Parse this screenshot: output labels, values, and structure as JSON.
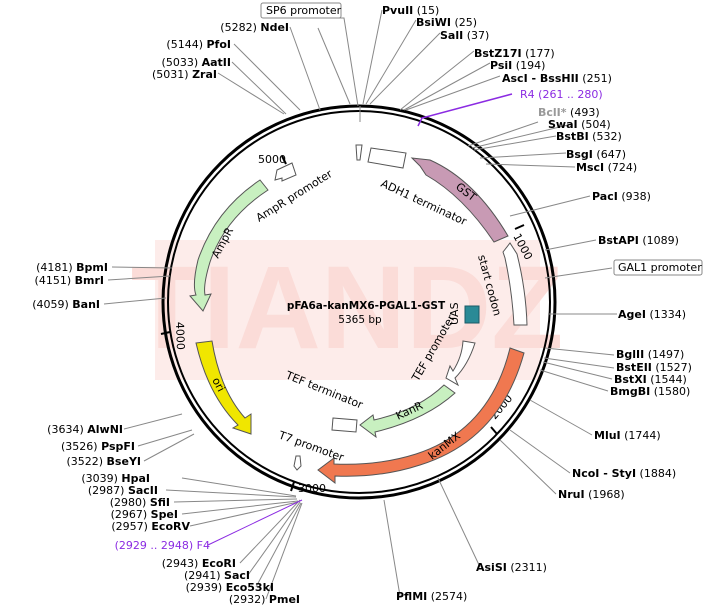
{
  "plasmid": {
    "name": "pFA6a-kanMX6-PGAL1-GST",
    "size": "5365 bp"
  },
  "watermark": "TIANDZ",
  "ticks": [
    "1000",
    "2000",
    "3000",
    "4000",
    "5000"
  ],
  "features": {
    "sp6": "SP6 promoter",
    "gal1": "GAL1 promoter",
    "adh1": "ADH1 terminator",
    "gst": "GST",
    "start": "start codon",
    "uas": "UAS",
    "tef_prom": "TEF promoter",
    "kanr": "KanR",
    "tef_term": "TEF terminator",
    "t7": "T7 promoter",
    "kanmx": "kanMX",
    "ori": "ori",
    "ampr": "AmpR",
    "ampr_prom": "AmpR promoter"
  },
  "sites": [
    {
      "name": "PvuII",
      "pos": "(15)"
    },
    {
      "name": "BsiWI",
      "pos": "(25)"
    },
    {
      "name": "SalI",
      "pos": "(37)"
    },
    {
      "name": "BstZ17I",
      "pos": "(177)"
    },
    {
      "name": "PsiI",
      "pos": "(194)"
    },
    {
      "name": "AscI - BssHII",
      "pos": "(251)"
    },
    {
      "name": "R4",
      "pos": "(261 .. 280)"
    },
    {
      "name": "BclI*",
      "pos": "(493)"
    },
    {
      "name": "SwaI",
      "pos": "(504)"
    },
    {
      "name": "BstBI",
      "pos": "(532)"
    },
    {
      "name": "BsgI",
      "pos": "(647)"
    },
    {
      "name": "MscI",
      "pos": "(724)"
    },
    {
      "name": "PacI",
      "pos": "(938)"
    },
    {
      "name": "BstAPI",
      "pos": "(1089)"
    },
    {
      "name": "AgeI",
      "pos": "(1334)"
    },
    {
      "name": "BglII",
      "pos": "(1497)"
    },
    {
      "name": "BstEII",
      "pos": "(1527)"
    },
    {
      "name": "BstXI",
      "pos": "(1544)"
    },
    {
      "name": "BmgBI",
      "pos": "(1580)"
    },
    {
      "name": "MluI",
      "pos": "(1744)"
    },
    {
      "name": "NcoI - StyI",
      "pos": "(1884)"
    },
    {
      "name": "NruI",
      "pos": "(1968)"
    },
    {
      "name": "AsiSI",
      "pos": "(2311)"
    },
    {
      "name": "PflMI",
      "pos": "(2574)"
    },
    {
      "name": "NdeI",
      "pos": "(5282)"
    },
    {
      "name": "PfoI",
      "pos": "(5144)"
    },
    {
      "name": "AatII",
      "pos": "(5033)"
    },
    {
      "name": "ZraI",
      "pos": "(5031)"
    },
    {
      "name": "BpmI",
      "pos": "(4181)"
    },
    {
      "name": "BmrI",
      "pos": "(4151)"
    },
    {
      "name": "BanI",
      "pos": "(4059)"
    },
    {
      "name": "AlwNI",
      "pos": "(3634)"
    },
    {
      "name": "PspFI",
      "pos": "(3526)"
    },
    {
      "name": "BseYI",
      "pos": "(3522)"
    },
    {
      "name": "HpaI",
      "pos": "(3039)"
    },
    {
      "name": "SacII",
      "pos": "(2987)"
    },
    {
      "name": "SfiI",
      "pos": "(2980)"
    },
    {
      "name": "SpeI",
      "pos": "(2967)"
    },
    {
      "name": "EcoRV",
      "pos": "(2957)"
    },
    {
      "name": "F4",
      "pos": "(2929 .. 2948)"
    },
    {
      "name": "EcoRI",
      "pos": "(2943)"
    },
    {
      "name": "SacI",
      "pos": "(2941)"
    },
    {
      "name": "Eco53kI",
      "pos": "(2939)"
    },
    {
      "name": "PmeI",
      "pos": "(2932)"
    }
  ],
  "colors": {
    "gst": "#c89ab4",
    "kanmx": "#f07850",
    "kanr": "#c8f0c0",
    "ampr": "#c8f0c0",
    "ori": "#f0e600",
    "uas": "#2a8a96",
    "primer": "#8b2be2"
  }
}
